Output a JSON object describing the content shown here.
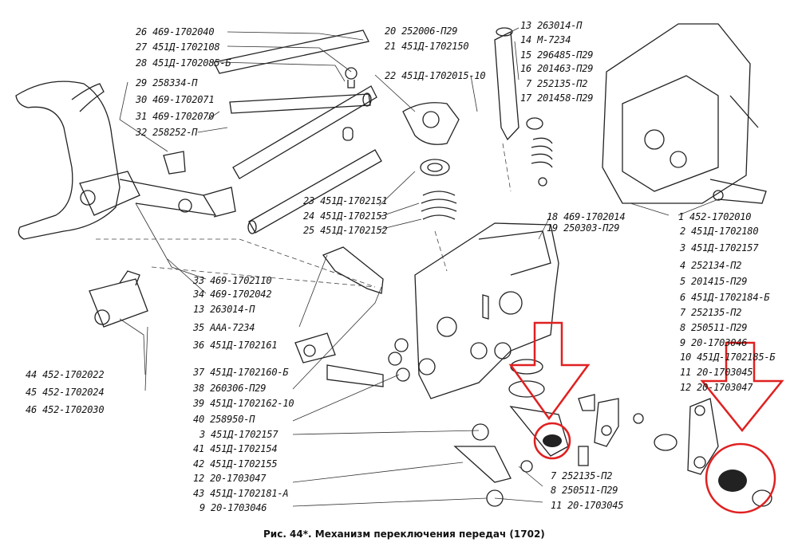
{
  "caption": "Рис. 44*. Механизм переключения передач (1702)",
  "annotation_color": "#e02020",
  "labels": {
    "l26": "26  469-1702040",
    "l27": "27  451Д-1702108",
    "l28": "28  451Д-1702085-Б",
    "l29": "29  258334-П",
    "l30": "30  469-1702071",
    "l31": "31  469-1702070",
    "l32": "32  258252-П",
    "l20": "20  252006-П29",
    "l21": "21  451Д-1702150",
    "l22": "22  451Д-1702015-10",
    "l13a": "13  263014-П",
    "l14": "14  М-7234",
    "l15": "15  296485-П29",
    "l16": "16  201463-П29",
    "l7a": "7  252135-П2",
    "l17": "17  201458-П29",
    "l23": "23  451Д-1702151",
    "l24": "24  451Д-1702153",
    "l25": "25  451Д-1702152",
    "l18": "18  469-1702014",
    "l19": "19  250303-П29",
    "l1": "1  452-1702010",
    "l2": "2  451Д-1702180",
    "l3a": "3  451Д-1702157",
    "l4": "4  252134-П2",
    "l5": "5  201415-П29",
    "l6": "6  451Д-1702184-Б",
    "l7b": "7  252135-П2",
    "l8a": "8  250511-П29",
    "l9a": "9  20-1703046",
    "l10": "10  451Д-1702185-Б",
    "l11a": "11  20-1703045",
    "l12a": "12  20-1703047",
    "l33": "33  469-1702110",
    "l34": "34  469-1702042",
    "l13b": "13  263014-П",
    "l35": "35  ААА-7234",
    "l36": "36  451Д-1702161",
    "l37": "37  451Д-1702160-Б",
    "l38": "38  260306-П29",
    "l39": "39  451Д-1702162-10",
    "l40": "40  258950-П",
    "l3b": "3  451Д-1702157",
    "l41": "41  451Д-1702154",
    "l42": "42  451Д-1702155",
    "l12b": "12  20-1703047",
    "l43": "43  451Д-1702181-А",
    "l9b": "9  20-1703046",
    "l44": "44  452-1702022",
    "l45": "45  452-1702024",
    "l46": "46  452-1702030",
    "l7c": "7  252135-П2",
    "l8b": "8  250511-П29",
    "l11b": "11  20-1703045"
  }
}
